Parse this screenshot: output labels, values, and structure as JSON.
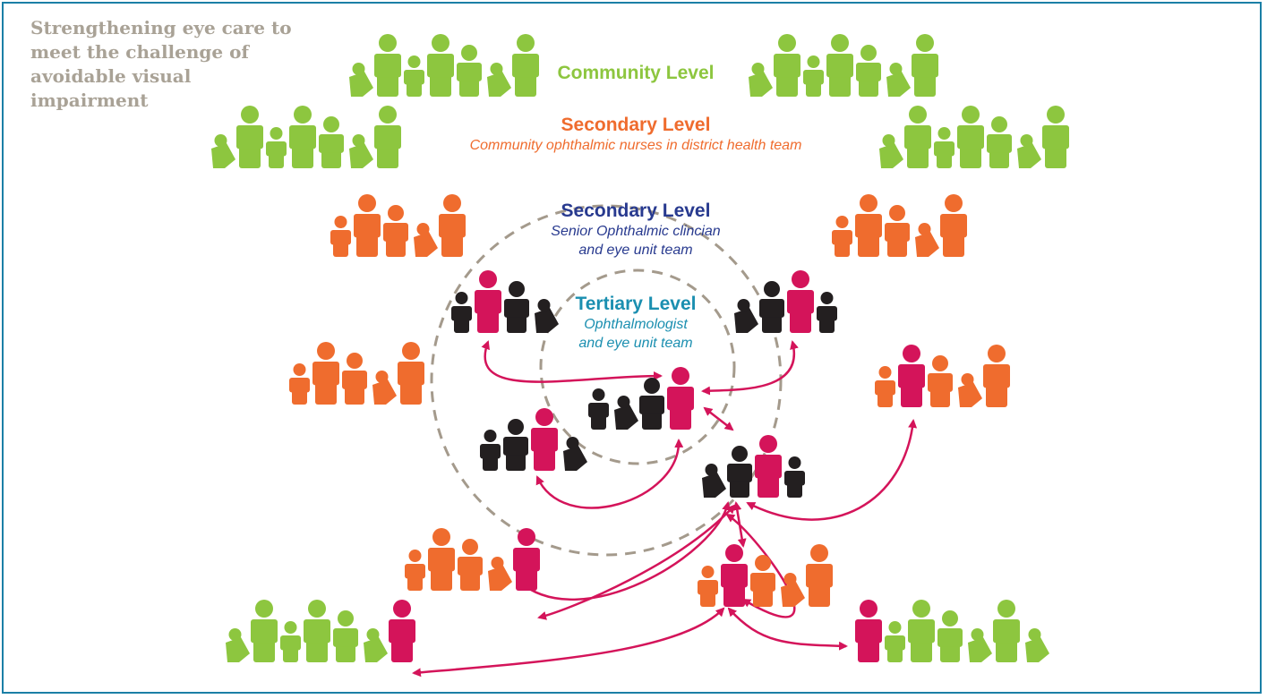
{
  "caption": "Strengthening eye care to meet the challenge of avoidable visual impairment",
  "levels": {
    "community": {
      "title": "Community Level"
    },
    "secondary_district": {
      "title": "Secondary Level",
      "subtitle": "Community ophthalmic nurses in district health team"
    },
    "secondary_unit": {
      "title": "Secondary Level",
      "subtitle_line1": "Senior Ophthalmic clincian",
      "subtitle_line2": "and eye unit team"
    },
    "tertiary": {
      "title": "Tertiary Level",
      "subtitle_line1": "Ophthalmologist",
      "subtitle_line2": "and eye unit team"
    }
  },
  "colors": {
    "community": "#8dc63f",
    "district": "#ef6c2e",
    "leader": "#d4145a",
    "team": "#231f20",
    "circle": "#a49a8c",
    "arrow": "#d4145a",
    "border": "#1b7fa6"
  },
  "legend_groups": [
    "community-group",
    "district-nurse-group",
    "eye-unit-team-group",
    "ophthalmologist-team-group"
  ]
}
